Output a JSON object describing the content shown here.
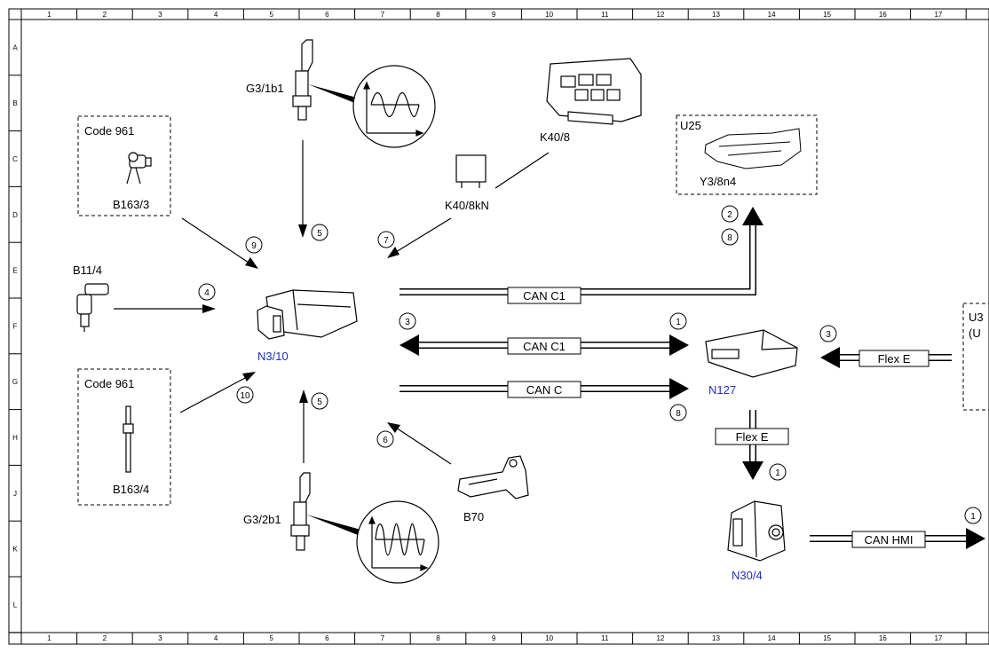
{
  "frame": {
    "columns": [
      "1",
      "2",
      "3",
      "4",
      "5",
      "6",
      "7",
      "8",
      "9",
      "10",
      "11",
      "12",
      "13",
      "14",
      "15",
      "16",
      "17"
    ],
    "rows": [
      "A",
      "B",
      "C",
      "D",
      "E",
      "F",
      "G",
      "H",
      "J",
      "K",
      "L"
    ]
  },
  "components": {
    "g3_1b1": "G3/1b1",
    "g3_2b1": "G3/2b1",
    "b163_3": "B163/3",
    "b163_4": "B163/4",
    "b11_4": "B11/4",
    "n3_10": "N3/10",
    "k40_8": "K40/8",
    "k40_8kn": "K40/8kN",
    "u25": "U25",
    "y3_8n4": "Y3/8n4",
    "n127": "N127",
    "n30_4": "N30/4",
    "b70": "B70",
    "code961_top": "Code 961",
    "code961_bottom": "Code 961",
    "cut_label_1": "U3",
    "cut_label_2": "(U"
  },
  "buses": {
    "can_c1_top": "CAN C1",
    "can_c1_mid": "CAN C1",
    "can_c": "CAN C",
    "flex_e_right": "Flex E",
    "flex_e_down": "Flex E",
    "can_hmi": "CAN HMI"
  },
  "markers": {
    "m9": "9",
    "m5_top": "5",
    "m7": "7",
    "m4": "4",
    "m10": "10",
    "m5_bot": "5",
    "m6": "6",
    "m3_left": "3",
    "m1_mid": "1",
    "m2": "2",
    "m8_top": "8",
    "m8_bot": "8",
    "m3_right": "3",
    "m1_flex": "1",
    "m1_hmi": "1"
  },
  "colors": {
    "line": "#000000",
    "component_id": "#1f2fc8",
    "background": "#ffffff"
  }
}
